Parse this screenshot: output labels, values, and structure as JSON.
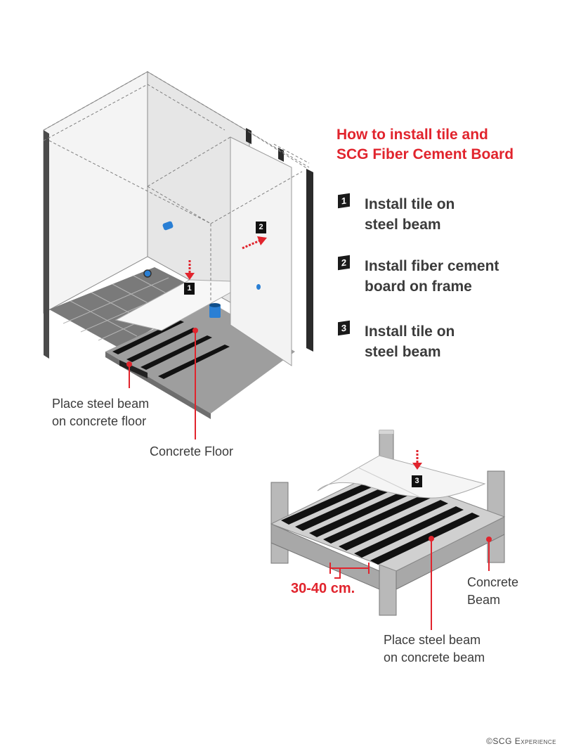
{
  "title_lines": [
    "How to install tile and",
    "SCG Fiber Cement Board"
  ],
  "steps": [
    {
      "number": "1",
      "lines": [
        "Install tile on",
        "steel beam"
      ]
    },
    {
      "number": "2",
      "lines": [
        "Install fiber cement",
        "board on frame"
      ]
    },
    {
      "number": "3",
      "lines": [
        "Install tile on",
        "steel beam"
      ]
    }
  ],
  "labels": {
    "steel_beam_floor": [
      "Place steel beam",
      "on concrete floor"
    ],
    "concrete_floor": "Concrete Floor",
    "concrete_beam": [
      "Concrete",
      "Beam"
    ],
    "steel_beam_beam": [
      "Place steel beam",
      "on concrete beam"
    ],
    "spacing": "30-40 cm."
  },
  "markers": {
    "one": "1",
    "two": "2",
    "three": "3"
  },
  "copyright": "©SCG Experience",
  "colors": {
    "accent": "#e1242d",
    "text": "#3b3b3b",
    "badge": "#1a1a1a",
    "pipe": "#2a7fd4"
  }
}
